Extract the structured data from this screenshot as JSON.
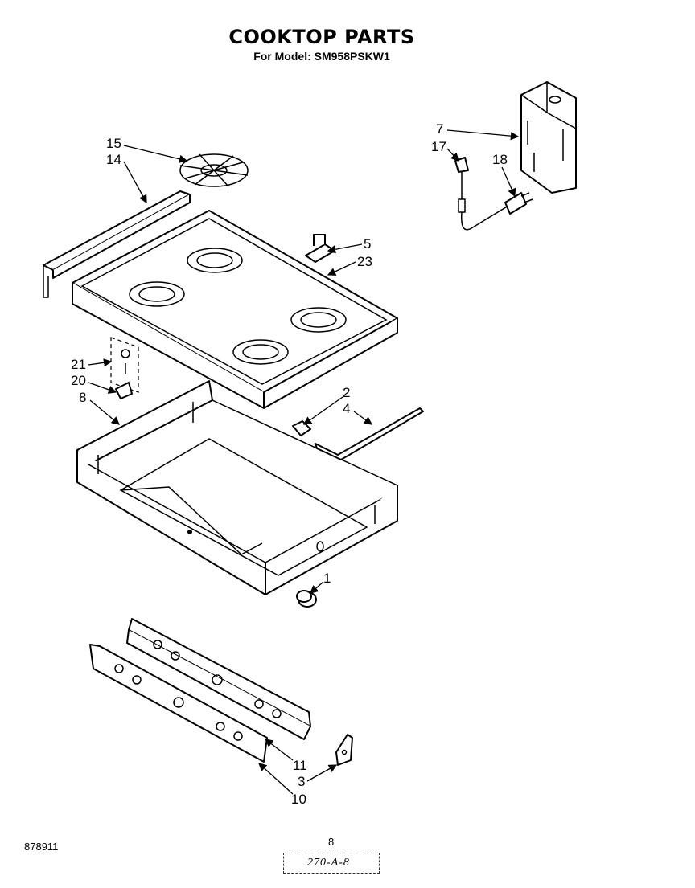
{
  "header": {
    "title": "COOKTOP PARTS",
    "subtitle": "For Model: SM958PSKW1"
  },
  "callouts": [
    "15",
    "14",
    "7",
    "17",
    "18",
    "5",
    "23",
    "21",
    "20",
    "8",
    "2",
    "4",
    "1",
    "11",
    "3",
    "10"
  ],
  "footer": {
    "doc_number": "878911",
    "page_number": "8",
    "ref_code": "270-A-8"
  }
}
